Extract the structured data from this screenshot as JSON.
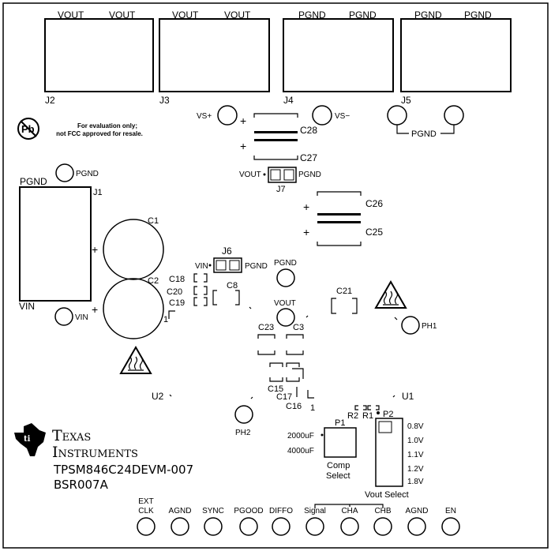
{
  "connectors": [
    {
      "ref": "J2",
      "pin1": "VOUT",
      "pin2": "VOUT"
    },
    {
      "ref": "J3",
      "pin1": "VOUT",
      "pin2": "VOUT"
    },
    {
      "ref": "J4",
      "pin1": "PGND",
      "pin2": "PGND"
    },
    {
      "ref": "J5",
      "pin1": "PGND",
      "pin2": "PGND"
    }
  ],
  "silk": {
    "vs_plus": "VS+",
    "vs_minus": "VS−",
    "pgnd_pair": "PGND",
    "notice_line1": "For evaluation only;",
    "notice_line2": "not FCC approved for resale.",
    "pb_symbol": "Pb",
    "pgnd_top": "PGND",
    "pgnd_j1": "PGND",
    "j1": "J1",
    "vin_j1": "VIN",
    "vin_tp": "VIN",
    "c1": "C1",
    "c2": "C2",
    "plus": "+",
    "c28": "C28",
    "c27": "C27",
    "c26": "C26",
    "c25": "C25",
    "j7_vout": "VOUT",
    "j7_pgnd": "PGND",
    "j7": "J7",
    "j6": "J6",
    "j6_vin": "VIN",
    "j6_pgnd": "PGND",
    "c18": "C18",
    "c20": "C20",
    "c19": "C19",
    "c8": "C8",
    "pin1_mark": "1",
    "pgnd_tp": "PGND",
    "vout_tp": "VOUT",
    "c21": "C21",
    "ph1": "PH1",
    "c23": "C23",
    "c3": "C3",
    "c15": "C15",
    "c17": "C17",
    "c16": "C16",
    "one": "1",
    "u2": "U2",
    "u1": "U1",
    "ph2": "PH2",
    "r2": "R2",
    "r1": "R1",
    "p1": "P1",
    "p2": "P2",
    "cap2000": "2000uF",
    "cap4000": "4000uF",
    "comp": "Comp",
    "select": "Select",
    "vout_select": "Vout Select",
    "v08": "0.8V",
    "v10": "1.0V",
    "v11": "1.1V",
    "v12": "1.2V",
    "v18": "1.8V"
  },
  "logo": {
    "company_line1": "Texas",
    "company_line2": "Instruments",
    "board_name": "TPSM846C24DEVM-007",
    "board_id": "BSR007A"
  },
  "testpoints_bottom": [
    {
      "label": "EXT",
      "label2": "CLK"
    },
    {
      "label": "AGND"
    },
    {
      "label": "SYNC"
    },
    {
      "label": "PGOOD"
    },
    {
      "label": "DIFFO"
    },
    {
      "label": "Signal"
    },
    {
      "label": "CHA"
    },
    {
      "label": "CHB"
    },
    {
      "label": "AGND"
    },
    {
      "label": "EN"
    }
  ]
}
